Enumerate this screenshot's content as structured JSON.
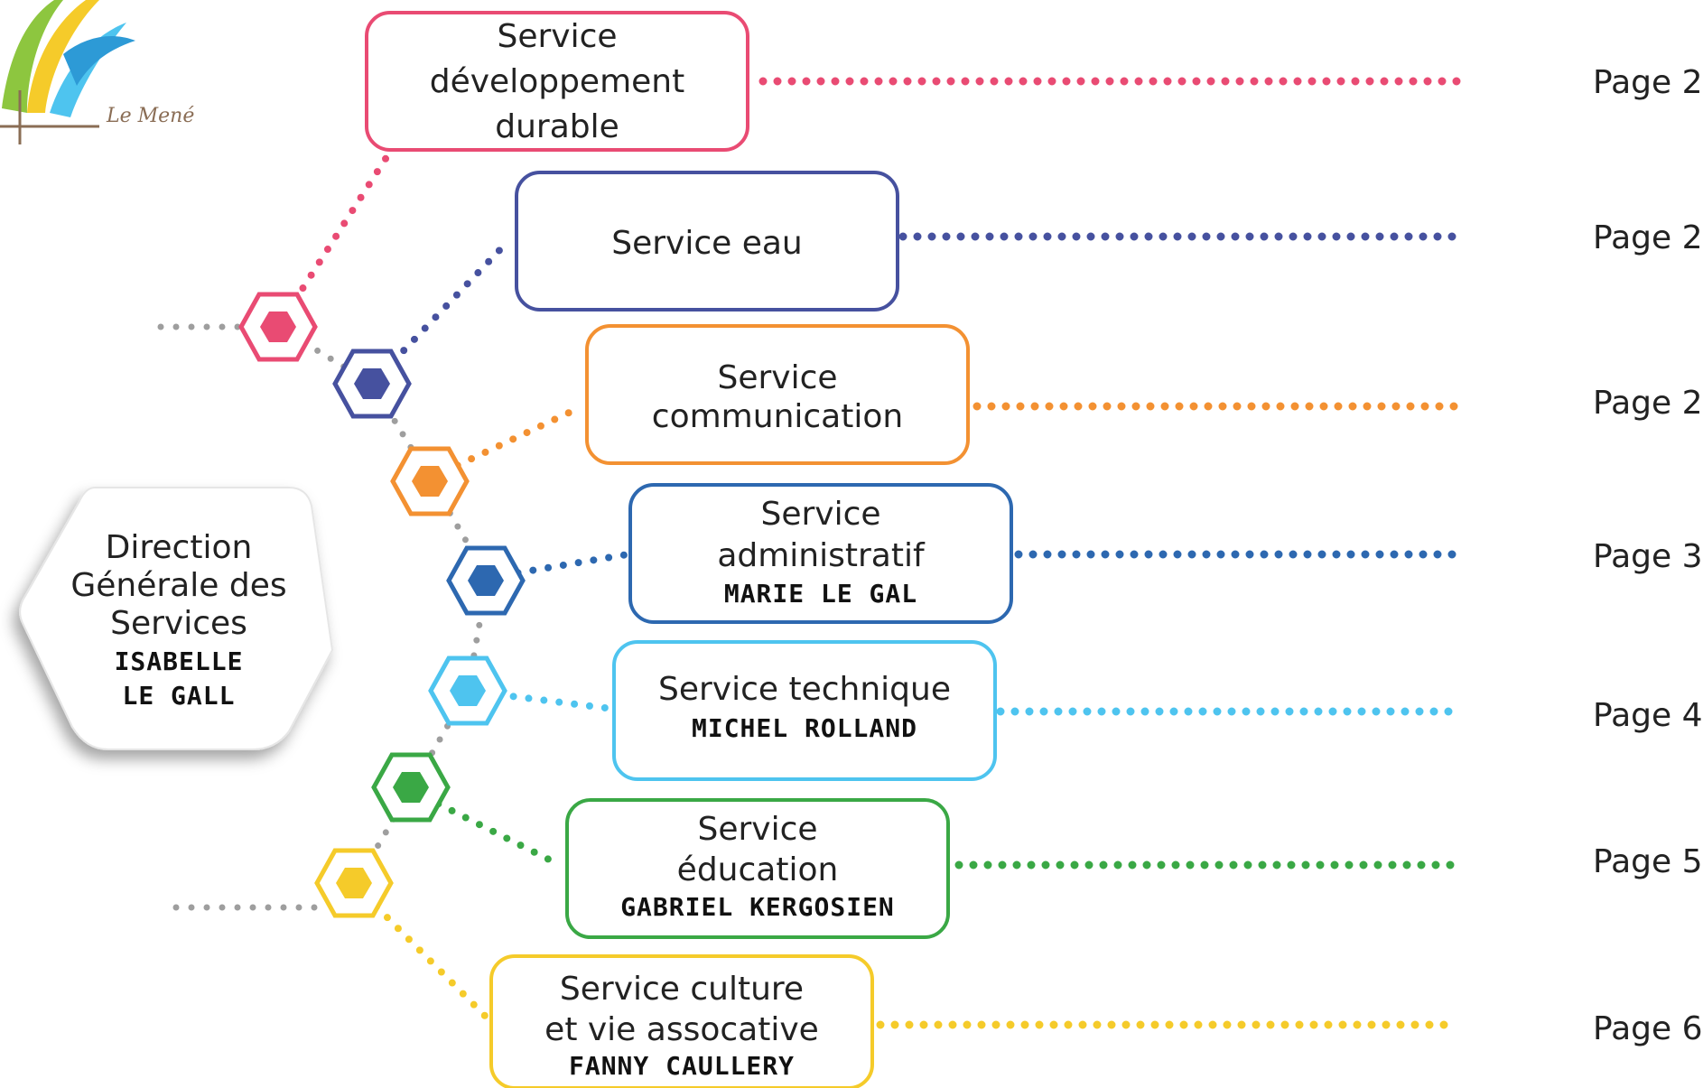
{
  "logo": {
    "text": "Le Mené"
  },
  "direction": {
    "lines": [
      "Direction",
      "Générale des",
      "Services"
    ],
    "person_lines": [
      "ISABELLE",
      "LE GALL"
    ]
  },
  "services": [
    {
      "lines": [
        "Service",
        "développement",
        "durable"
      ],
      "person": "",
      "page": "Page 2",
      "color": "#e94b73"
    },
    {
      "lines": [
        "Service eau"
      ],
      "person": "",
      "page": "Page 2",
      "color": "#46519f"
    },
    {
      "lines": [
        "Service",
        "communication"
      ],
      "person": "",
      "page": "Page 2",
      "color": "#f39132"
    },
    {
      "lines": [
        "Service",
        "administratif"
      ],
      "person": "MARIE LE GAL",
      "page": "Page 3",
      "color": "#2d68b0"
    },
    {
      "lines": [
        "Service technique"
      ],
      "person": "MICHEL ROLLAND",
      "page": "Page 4",
      "color": "#4ec4ef"
    },
    {
      "lines": [
        "Service",
        "éducation"
      ],
      "person": "GABRIEL KERGOSIEN",
      "page": "Page 5",
      "color": "#3aa845"
    },
    {
      "lines": [
        "Service culture",
        "et vie assocative"
      ],
      "person": "FANNY CAULLERY",
      "page": "Page 6",
      "color": "#f5cb2a"
    }
  ],
  "colors": {
    "connector_gray": "#9e9e9e",
    "text": "#222222"
  },
  "icons": {
    "node": "hexagon-node-icon",
    "logo": "le-mene-logo-icon"
  }
}
